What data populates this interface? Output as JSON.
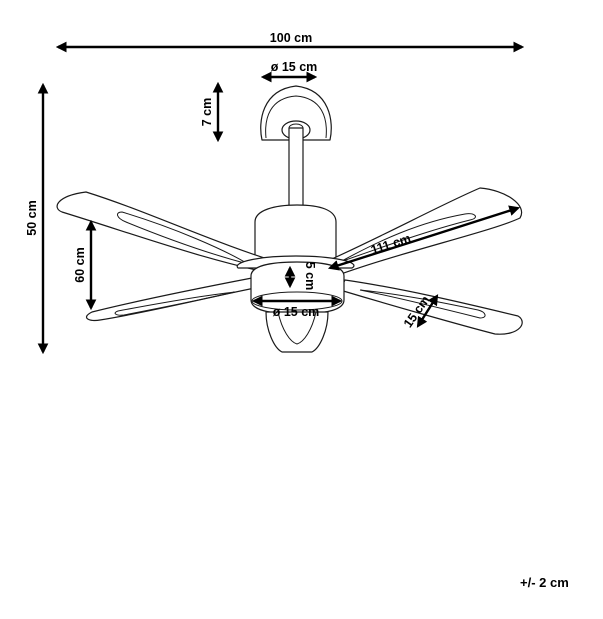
{
  "diagram": {
    "subject": "Ceiling fan with light — dimension drawing",
    "dimensions": {
      "overall_width": "100 cm",
      "canopy_diameter": "ø 15 cm",
      "canopy_height": "7 cm",
      "overall_height": "50 cm",
      "blade_drop": "60 cm",
      "blade_length": "111 cm",
      "motor_housing_height": "5 cm",
      "light_diameter": "ø 15 cm",
      "blade_width": "15 cm"
    },
    "tolerance": "+/- 2 cm",
    "colors": {
      "line": "#000000",
      "background": "#ffffff"
    }
  }
}
